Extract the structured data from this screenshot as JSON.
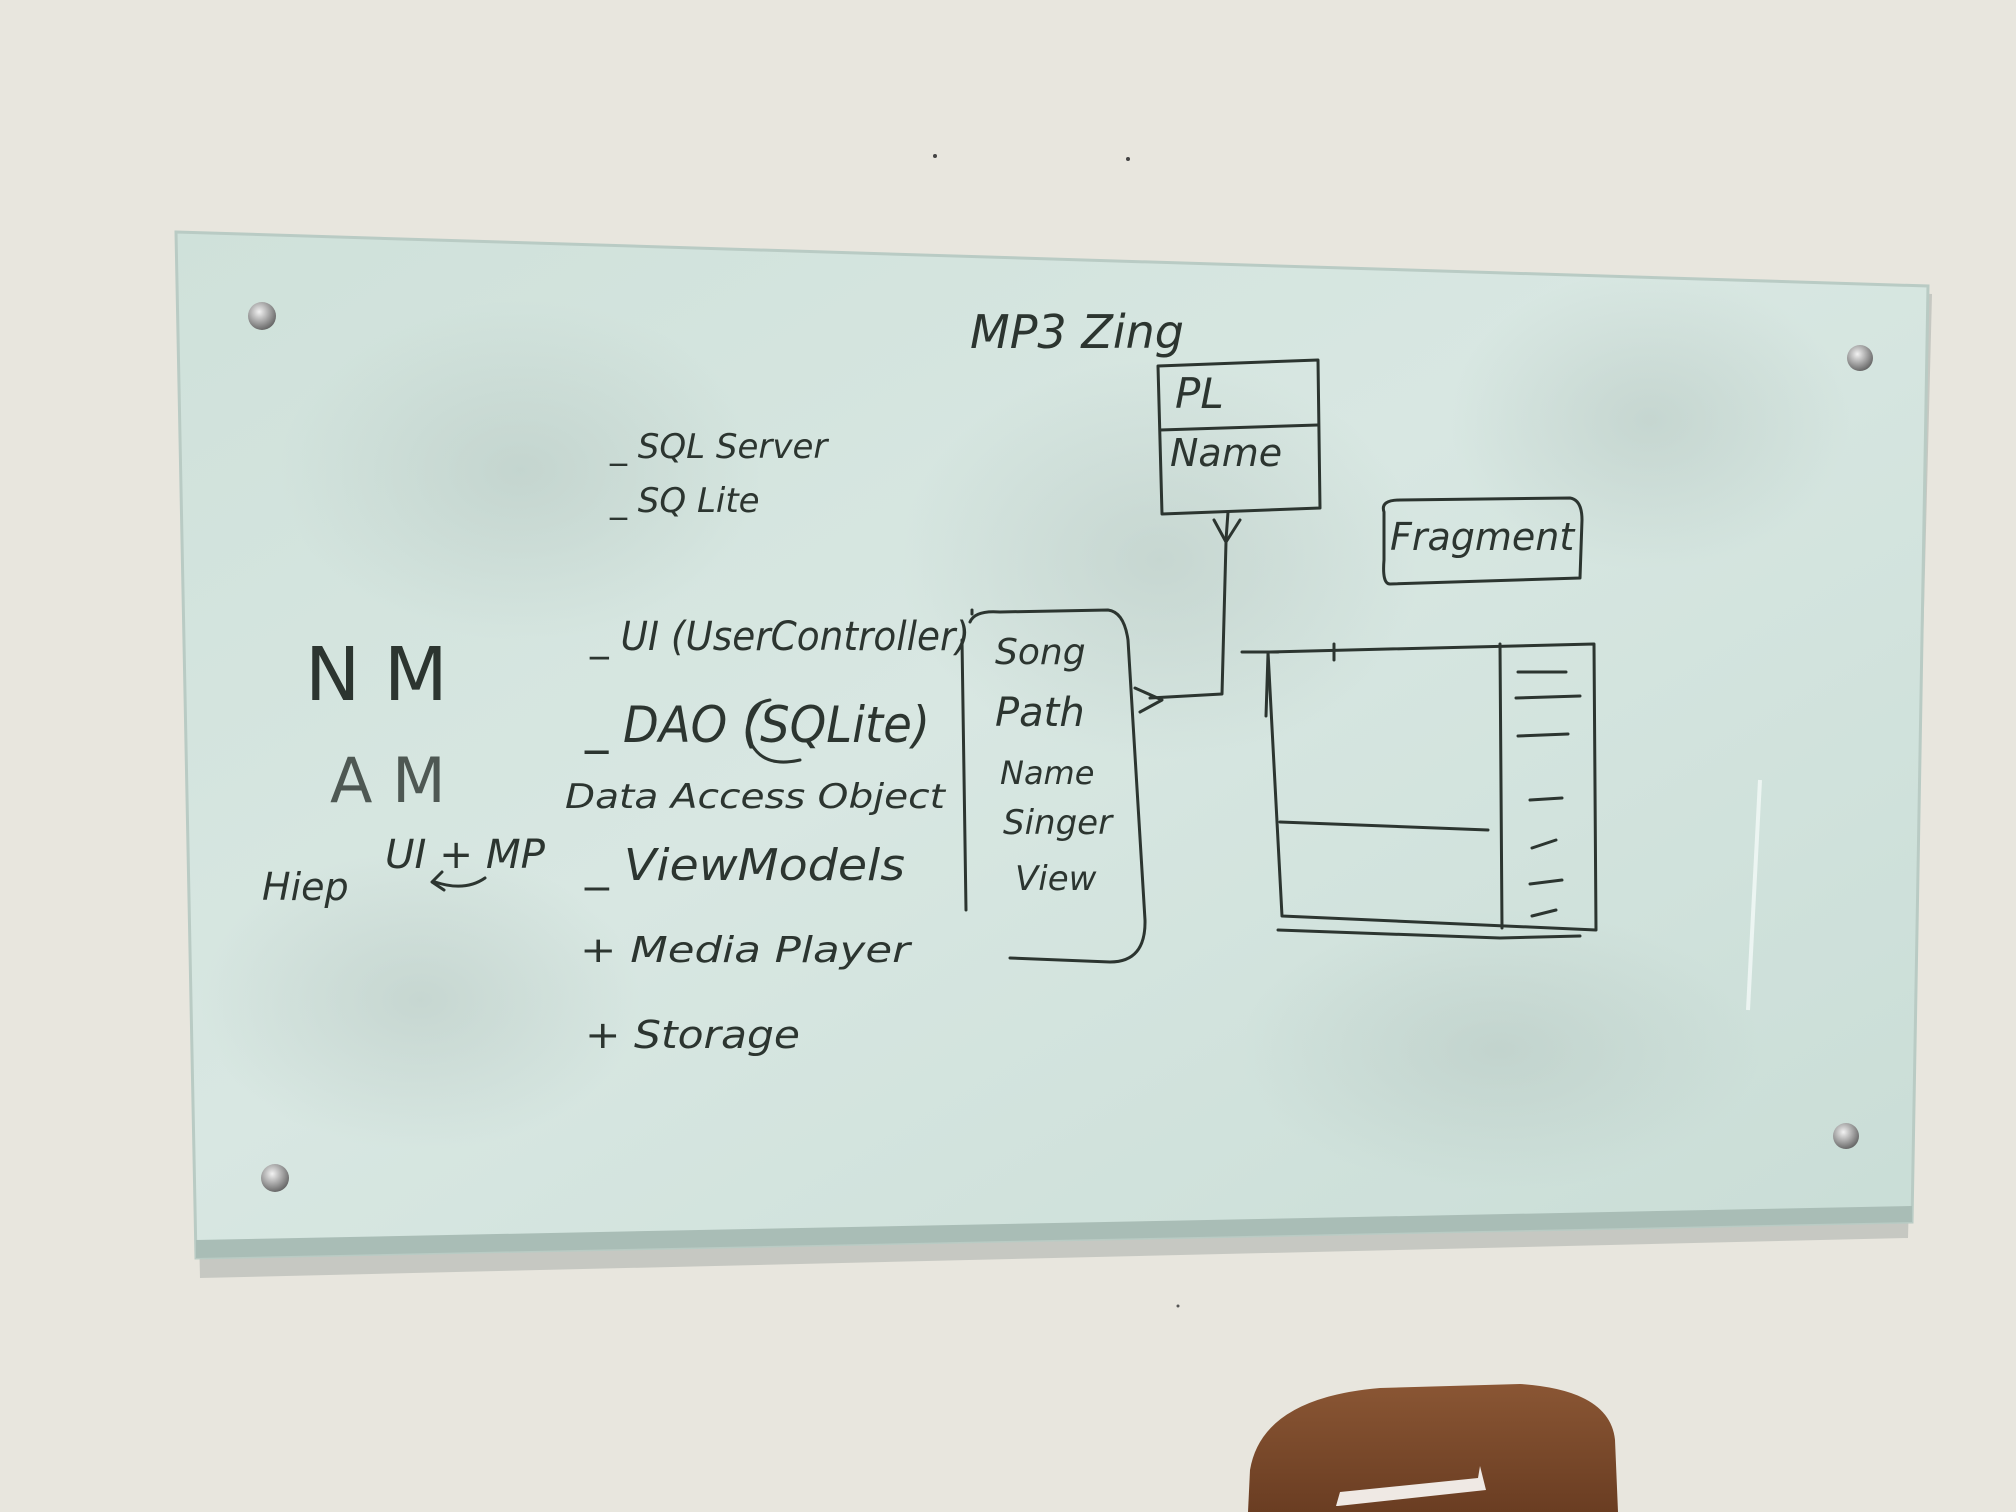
{
  "whiteboard": {
    "title": "MP3 Zing",
    "db_options": [
      "_ SQL Server",
      "_ SQ Lite"
    ],
    "layers": [
      "_ UI (UserController)",
      "_ DAO (SQLite)",
      "Data Access Object",
      "_ ViewModels",
      "+ Media Player",
      "+ Storage"
    ],
    "left_notes": [
      "N M",
      "A M",
      "Hiep",
      "UI + MP"
    ],
    "pl_box": [
      "PL",
      "Name"
    ],
    "song_box": [
      "Song",
      "Path",
      "Name",
      "Singer",
      "View"
    ],
    "fragment_label": "Fragment"
  },
  "colors": {
    "wall": "#e9e7df",
    "glass": "#d4e4de",
    "marker": "#2c3530",
    "chair": "#7a4a2c"
  }
}
